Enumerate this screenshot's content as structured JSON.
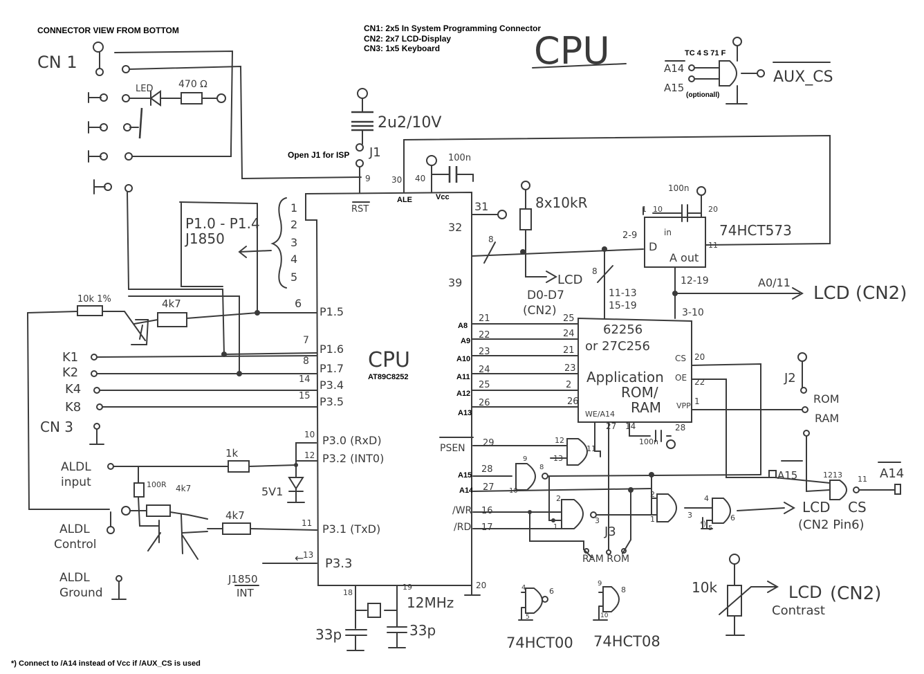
{
  "header": {
    "connector_view": "CONNECTOR VIEW FROM BOTTOM",
    "cn_legend": [
      "CN1: 2x5  In System Programming Connector",
      "CN2: 2x7  LCD-Display",
      "CN3: 1x5   Keyboard"
    ],
    "title": "CPU"
  },
  "aux_gate": {
    "part": "TC 4 S 71 F",
    "in1": "A14",
    "in2": "A15",
    "optional": "(optionall)",
    "out": "AUX_CS"
  },
  "cn1": {
    "label": "CN 1",
    "led": "LED",
    "resistor": "470 Ω"
  },
  "reset": {
    "cap": "2u2/10V",
    "jumper": "J1",
    "note": "Open J1 for ISP",
    "pin9": "9",
    "pin30": "30",
    "pin40": "40",
    "rst": "RST",
    "ale": "ALE",
    "vcc": "Vcc",
    "cap100n": "100n"
  },
  "cpu": {
    "name": "CPU",
    "part": "AT89C8252",
    "left_pins": [
      {
        "num": "",
        "label": "P1.0 - P1.4"
      },
      {
        "num": "6",
        "label": "P1.5"
      },
      {
        "num": "7",
        "label": "P1.6"
      },
      {
        "num": "8",
        "label": "P1.7"
      },
      {
        "num": "14",
        "label": "P3.4"
      },
      {
        "num": "15",
        "label": "P3.5"
      },
      {
        "num": "10",
        "label": "P3.0  (RxD)"
      },
      {
        "num": "12",
        "label": "P3.2  (INT0)"
      },
      {
        "num": "11",
        "label": "P3.1  (TxD)"
      },
      {
        "num": "13",
        "label": "P3.3"
      }
    ],
    "port1_nums": [
      "1",
      "2",
      "3",
      "4",
      "5"
    ],
    "right_pins": [
      "31",
      "32",
      "39",
      "21",
      "22",
      "23",
      "24",
      "25",
      "26",
      "29",
      "28",
      "27",
      "16",
      "17",
      "20"
    ],
    "addr_labels": [
      "A8",
      "A9",
      "A10",
      "A11",
      "A12",
      "A13",
      "PSEN",
      "A15",
      "A14",
      "/WR",
      "/RD"
    ]
  },
  "j1850": {
    "bus": "P1.0 - P1.4",
    "name": "J1850",
    "int": "J1850",
    "int2": "INT"
  },
  "keyboard": {
    "k": [
      "K1",
      "K2",
      "K4",
      "K8"
    ],
    "cn3": "CN 3",
    "r1": "10k 1%",
    "r2": "4k7"
  },
  "aldl": {
    "input": [
      "ALDL",
      "input"
    ],
    "control": [
      "ALDL",
      "Control"
    ],
    "ground": [
      "ALDL",
      "Ground"
    ],
    "r1k": "1k",
    "zener": "5V1",
    "r100": "100R",
    "r4k7a": "4k7",
    "r4k7b": "4k7"
  },
  "crystal": {
    "freq": "12MHz",
    "c1": "33p",
    "c2": "33p",
    "pin18": "18",
    "pin19": "19"
  },
  "latch": {
    "part": "74HCT573",
    "pins": [
      "1",
      "10",
      "20",
      "11"
    ],
    "in": "in",
    "d": "D",
    "aout": "A out",
    "cap": "100n",
    "bus1": "2-9",
    "bus2": "12-19",
    "bus3": "3-10",
    "bus4": "11-13",
    "bus5": "15-19",
    "a07": "A0/11"
  },
  "pullup": {
    "label": "8x10kR",
    "lcd": "LCD",
    "d07": "D0-D7",
    "cn2": "(CN2)",
    "bus8": "8"
  },
  "ram": {
    "line1": "62256",
    "line2": "or 27C256",
    "line3": "Application",
    "line4": "ROM/",
    "line5": "RAM",
    "cs": "CS",
    "oe": "OE",
    "we": "WE/A14",
    "vpp": "VPP",
    "pins": [
      "20",
      "22",
      "27",
      "14",
      "28",
      "1"
    ],
    "cap": "100n"
  },
  "lcd_outputs": {
    "lcd_cn2": [
      "LCD",
      "(CN2)"
    ],
    "cs_pin6": [
      "LCD",
      "(CN2 Pin6)"
    ],
    "cs": "CS",
    "a14": "A14",
    "a15": "A15",
    "contrast": [
      "LCD",
      "Contrast"
    ],
    "contrast_cn2": "(CN2)",
    "pot": "10k"
  },
  "jumpers": {
    "j2": "J2",
    "rom": "ROM",
    "ram": "RAM",
    "j3": "J3",
    "ramrom": "RAM ROM"
  },
  "gate_legend": {
    "g1": "74HCT00",
    "g2": "74HCT08"
  },
  "footnote": "*) Connect to /A14 instead of Vcc if /AUX_CS is used"
}
